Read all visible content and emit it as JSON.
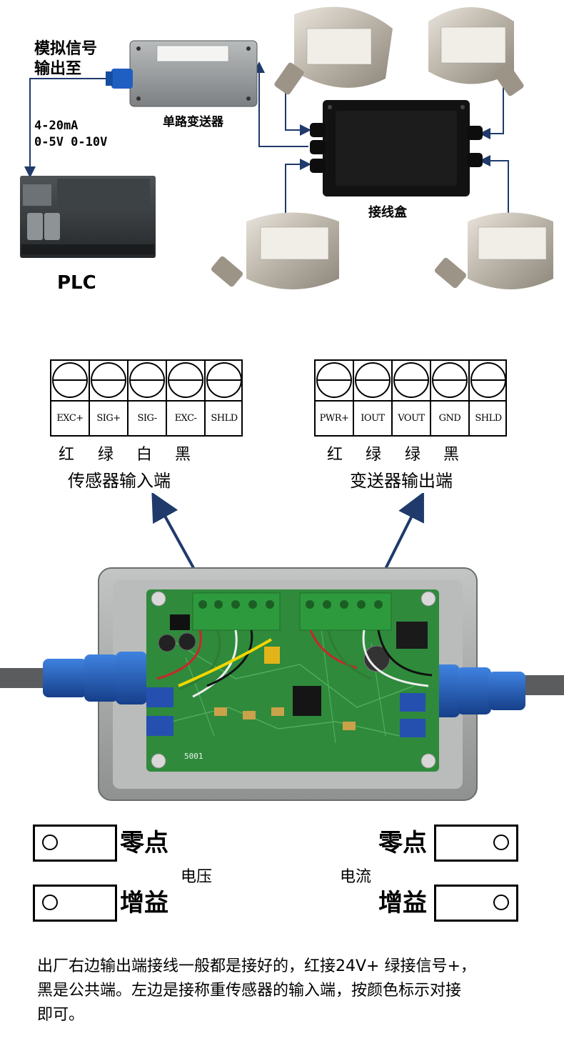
{
  "top_diagram": {
    "analog_label_line1": "模拟信号",
    "analog_label_line2": "输出至",
    "signal_line1": "4-20mA",
    "signal_line2": "0-5V 0-10V",
    "transmitter_label": "单路变送器",
    "junction_box_label": "接线盒",
    "plc_label": "PLC"
  },
  "sensor_terminal": {
    "terminals": [
      "EXC+",
      "SIG+",
      "SIG-",
      "EXC-",
      "SHLD"
    ],
    "colors": [
      "红",
      "绿",
      "白",
      "黑"
    ],
    "caption": "传感器输入端"
  },
  "transmitter_terminal": {
    "terminals": [
      "PWR+",
      "IOUT",
      "VOUT",
      "GND",
      "SHLD"
    ],
    "colors": [
      "红",
      "绿",
      "绿",
      "黑"
    ],
    "caption": "变送器输出端"
  },
  "board": {
    "silk_label": "5001"
  },
  "adjust": {
    "left_zero": "零点",
    "left_gain": "增益",
    "right_zero": "零点",
    "right_gain": "增益",
    "voltage_label": "电压",
    "current_label": "电流"
  },
  "note": {
    "line1": "出厂右边输出端接线一般都是接好的，红接24V+  绿接信号+，",
    "line2": "黑是公共端。左边是接称重传感器的输入端，按颜色标示对接",
    "line3": "即可。"
  },
  "colors": {
    "arrow_blue": "#1f3a6b",
    "pcb_green": "#2f8a3c",
    "terminal_green": "#2e9a3e",
    "gland_blue": "#1f5fc2",
    "enclosure_gray": "#a7aaa8"
  }
}
